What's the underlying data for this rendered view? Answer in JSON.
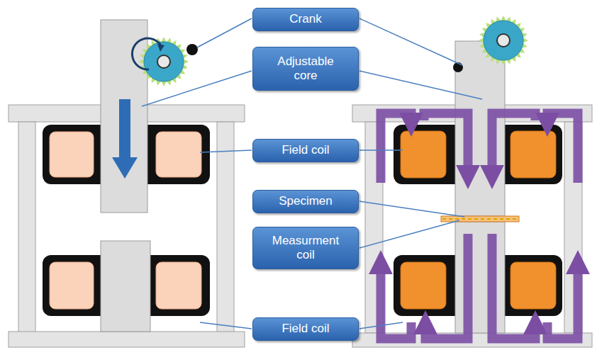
{
  "diagram": {
    "nodes": [
      {
        "text": [
          "Crank"
        ]
      },
      {
        "text": [
          "Adjustable core"
        ]
      },
      {
        "text": [
          "Field coil"
        ]
      },
      {
        "text": [
          "Specimen"
        ]
      },
      {
        "text": [
          "Measurment coil"
        ]
      },
      {
        "text": [
          "Field coil"
        ]
      }
    ],
    "edges": []
  }
}
